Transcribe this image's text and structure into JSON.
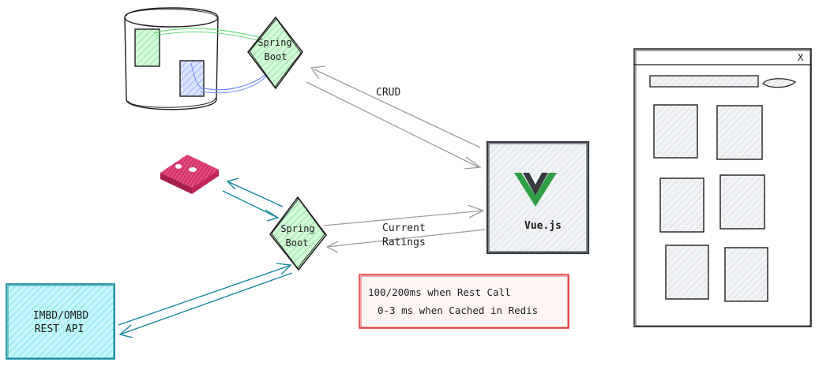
{
  "nodes": {
    "spring_boot_top": {
      "line1": "Spring",
      "line2": "Boot"
    },
    "spring_boot_bottom": {
      "line1": "Spring",
      "line2": "Boot"
    },
    "vue": {
      "label": "Vue.js"
    },
    "external_api": {
      "line1": "IMBD/OMBD",
      "line2": "REST API"
    },
    "browser_window": {
      "close": "X"
    }
  },
  "edges": {
    "crud": {
      "label": "CRUD"
    },
    "ratings": {
      "line1": "Current",
      "line2": "Ratings"
    }
  },
  "note": {
    "line1": "100/200ms when Rest Call",
    "line2": "0-3 ms when Cached in Redis"
  },
  "colors": {
    "spring": "#2f9e44",
    "spring_fill": "#b2f2bb",
    "vue_green": "#2f9e44",
    "vue_dark": "#343a40",
    "redis": "#a61e4d",
    "api_teal": "#0c8599",
    "api_fill": "#99e9f2",
    "db_blue": "#4263eb",
    "note_red": "#e03131",
    "arrow_gray": "#9e9e9e"
  }
}
